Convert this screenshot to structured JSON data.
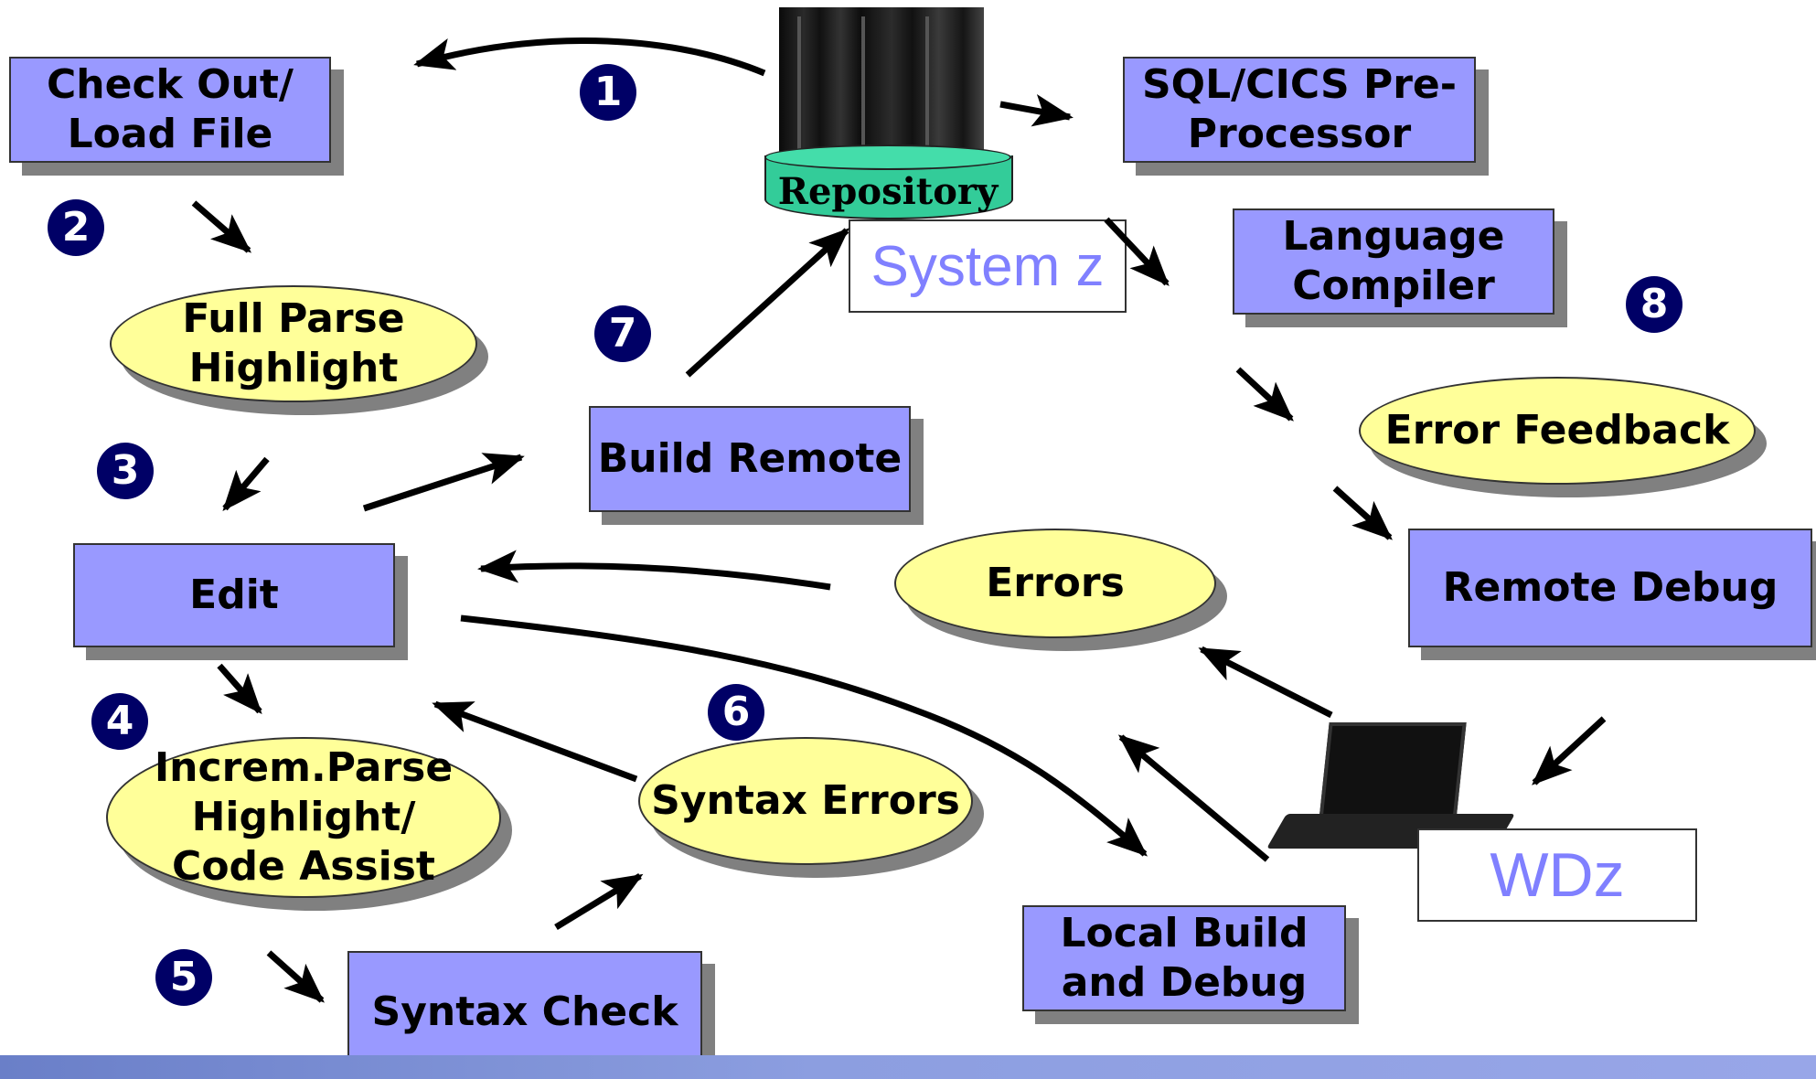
{
  "colors": {
    "box": "#9999ff",
    "ellipse": "#ffff99",
    "badge": "#000066",
    "repository": "#33cc99",
    "label_text": "#8080ff"
  },
  "nodes": {
    "checkout": "Check Out/\nLoad File",
    "full_parse": "Full Parse\nHighlight",
    "edit": "Edit",
    "increm_parse": "Increm.Parse\nHighlight/\nCode Assist",
    "syntax_check": "Syntax Check",
    "syntax_errors": "Syntax Errors",
    "build_remote": "Build Remote",
    "errors": "Errors",
    "local_build": "Local Build\nand Debug",
    "sql_cics": "SQL/CICS Pre-\nProcessor",
    "language_compiler": "Language\nCompiler",
    "error_feedback": "Error Feedback",
    "remote_debug": "Remote Debug"
  },
  "repository_label": "Repository",
  "system_label": "System z",
  "wdz_label": "WDz",
  "badges": [
    "1",
    "2",
    "3",
    "4",
    "5",
    "6",
    "7",
    "8"
  ]
}
